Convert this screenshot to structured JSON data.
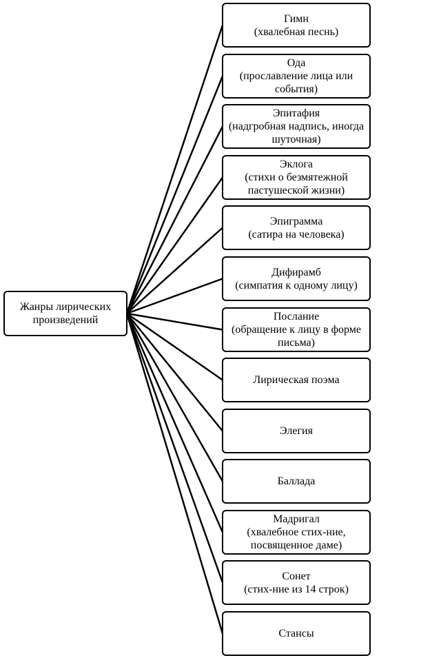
{
  "root": {
    "label": "Жанры лирических произведений"
  },
  "genres": [
    {
      "title": "Гимн",
      "desc": "(хвалебная песнь)"
    },
    {
      "title": "Ода",
      "desc": "(прославление лица или события)"
    },
    {
      "title": "Эпитафия",
      "desc": "(надгробная надпись, иногда шуточная)"
    },
    {
      "title": "Эклога",
      "desc": "(стихи о безмятежной пастушеской жизни)"
    },
    {
      "title": "Эпиграмма",
      "desc": "(сатира на человека)"
    },
    {
      "title": "Дифирамб",
      "desc": "(симпатия к одному лицу)"
    },
    {
      "title": "Послание",
      "desc": "(обращение к лицу в форме письма)"
    },
    {
      "title": "Лирическая поэма",
      "desc": ""
    },
    {
      "title": "Элегия",
      "desc": ""
    },
    {
      "title": "Баллада",
      "desc": ""
    },
    {
      "title": "Мадригал",
      "desc": "(хвалебное стих-ние, посвященное даме)"
    },
    {
      "title": "Сонет",
      "desc": "(стих-ние из 14 строк)"
    },
    {
      "title": "Стансы",
      "desc": ""
    }
  ]
}
